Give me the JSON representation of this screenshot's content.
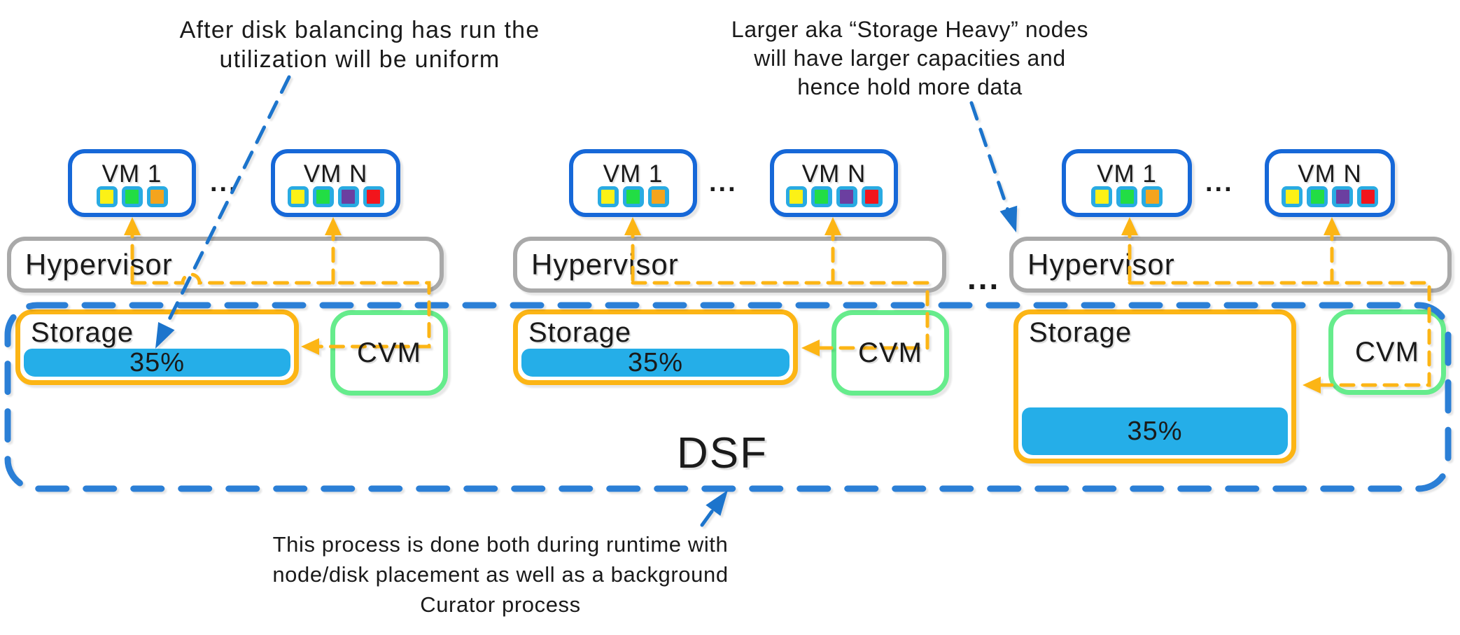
{
  "annotations": {
    "disk_balancing": {
      "line1": "After disk balancing has run the",
      "line2": "utilization will be uniform"
    },
    "storage_heavy": {
      "line1": "Larger aka “Storage Heavy” nodes",
      "line2": "will have larger capacities and",
      "line3": "hence hold more data"
    },
    "curator": {
      "line1": "This process is done both during runtime with",
      "line2": "node/disk placement as well as a background",
      "line3": "Curator process"
    }
  },
  "dsf_label": "DSF",
  "ellipsis": "...",
  "nodes": [
    {
      "vm1_label": "VM 1",
      "vmn_label": "VM N",
      "hypervisor_label": "Hypervisor",
      "storage_label": "Storage",
      "utilization": "35%",
      "cvm_label": "CVM",
      "storage_heavy": false
    },
    {
      "vm1_label": "VM 1",
      "vmn_label": "VM N",
      "hypervisor_label": "Hypervisor",
      "storage_label": "Storage",
      "utilization": "35%",
      "cvm_label": "CVM",
      "storage_heavy": false
    },
    {
      "vm1_label": "VM 1",
      "vmn_label": "VM N",
      "hypervisor_label": "Hypervisor",
      "storage_label": "Storage",
      "utilization": "35%",
      "cvm_label": "CVM",
      "storage_heavy": true
    }
  ],
  "vm_disks": {
    "vm1": [
      "#FCF116",
      "#22DD44",
      "#F5A41D"
    ],
    "vmn": [
      "#FCF116",
      "#22DD44",
      "#6B3FA0",
      "#F2151C"
    ]
  },
  "colors": {
    "blue": "#1668D8",
    "cyan": "#29ABE2",
    "fillcyan": "#25AEE8",
    "orange": "#FCB515",
    "green": "#66EC8C",
    "gray": "#A9A9A9",
    "dsf": "#2B7FD6",
    "arrow": "#1C74CC",
    "ink": "#1A1A1A"
  }
}
